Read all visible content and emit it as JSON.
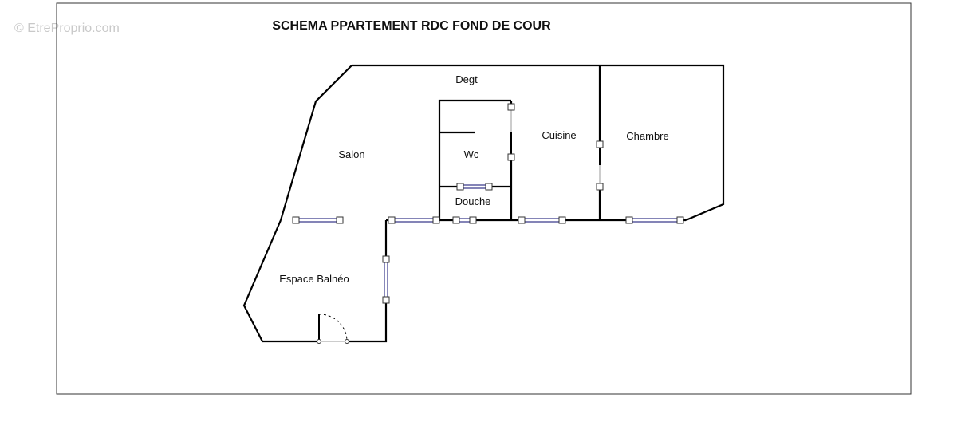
{
  "watermark": "© EtreProprio.com",
  "title": "SCHEMA PPARTEMENT RDC FOND DE COUR",
  "rooms": {
    "degt": "Degt",
    "salon": "Salon",
    "wc": "Wc",
    "douche": "Douche",
    "cuisine": "Cuisine",
    "chambre": "Chambre",
    "espace_balneo": "Espace Balnéo"
  },
  "colors": {
    "wall": "#000000",
    "window": "#3a3a8c",
    "frame": "#333333"
  }
}
